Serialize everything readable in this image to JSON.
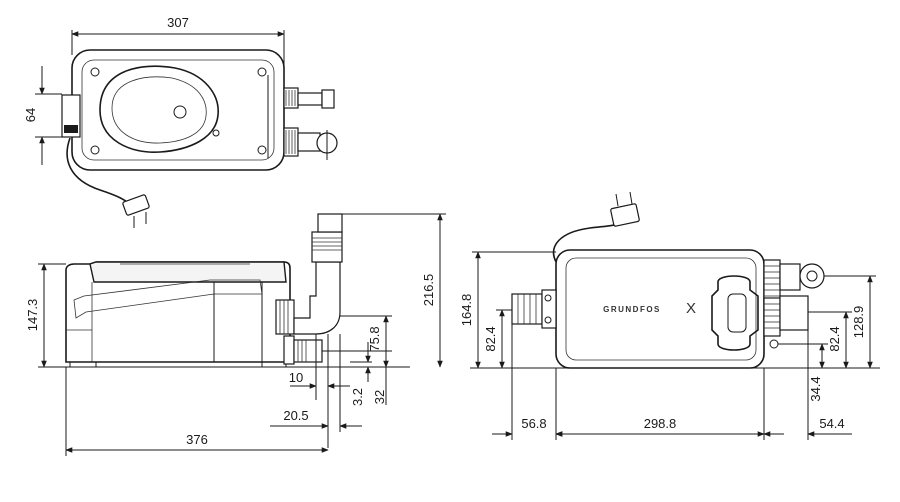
{
  "dimensions": {
    "top_width": "307",
    "top_height": "64",
    "side_height_body": "147.3",
    "side_height_total": "216.5",
    "side_outlet_height": "75.8",
    "side_offset_10": "10",
    "side_offset_3_2": "3.2",
    "side_offset_32": "32",
    "side_offset_20_5": "20.5",
    "side_length": "376",
    "front_height_164_8": "164.8",
    "front_height_82_4_left": "82.4",
    "front_height_128_9": "128.9",
    "front_height_82_4_right": "82.4",
    "front_height_34_4": "34.4",
    "front_width_56_8": "56.8",
    "front_width_298_8": "298.8",
    "front_width_54_4": "54.4"
  },
  "brand": {
    "logo_text": "GRUNDFOS",
    "logo_mark": "X"
  }
}
